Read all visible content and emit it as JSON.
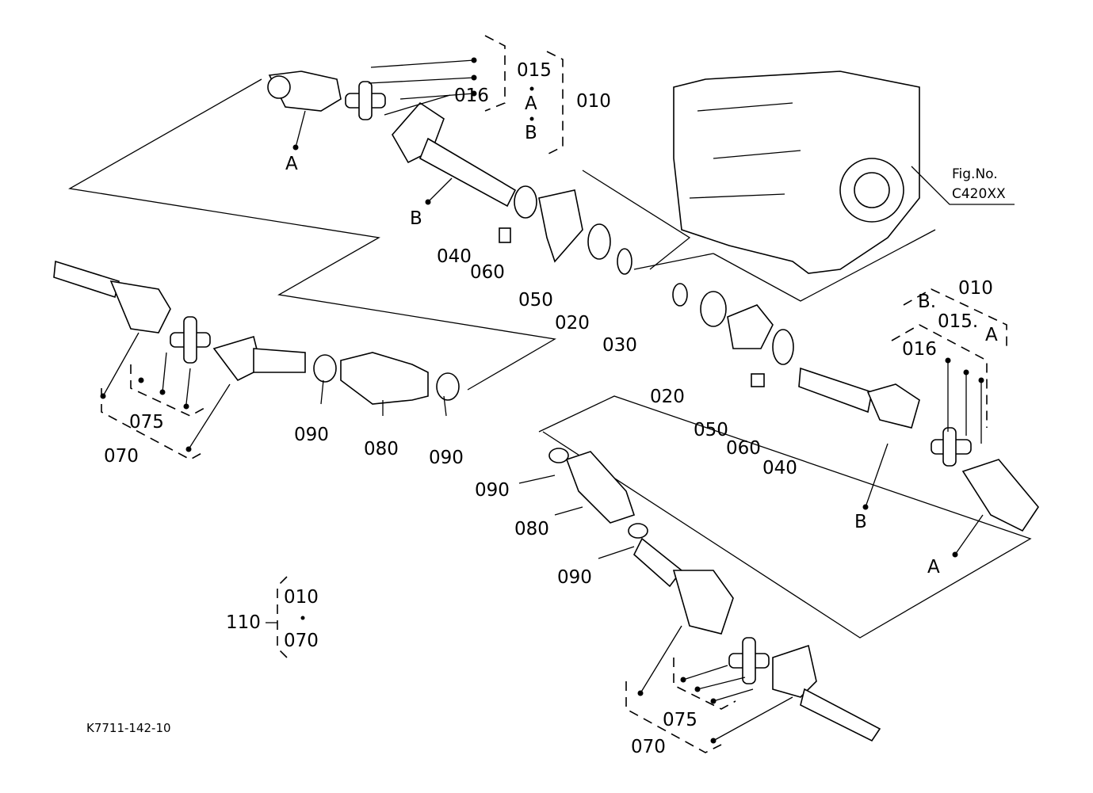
{
  "figure": {
    "fig_no_label": "Fig.No.",
    "fig_no_value": "C420XX",
    "drawing_code": "K7711-142-10"
  },
  "callouts": {
    "top": {
      "p015": "015",
      "p016": "016",
      "p010": "010",
      "refA": "A",
      "refB": "B",
      "dotA": "A",
      "dotB": "B"
    },
    "upper_mid": {
      "p040": "040",
      "p060": "060",
      "p050": "050",
      "p020": "020",
      "p030": "030"
    },
    "right_group": {
      "p010": "010",
      "refB": "B.",
      "p015": "015.",
      "refA": "A",
      "p016": "016"
    },
    "right_mid": {
      "p020": "020",
      "p050": "050",
      "p060": "060",
      "p040": "040",
      "refB": "B",
      "refA": "A"
    },
    "left_assembly": {
      "p075": "075",
      "p070": "070",
      "p090a": "090",
      "p080": "080",
      "p090b": "090"
    },
    "lower_assembly": {
      "p090a": "090",
      "p080": "080",
      "p090b": "090",
      "p075": "075",
      "p070": "070"
    },
    "kit": {
      "p110": "110",
      "p010": "010",
      "p070": "070"
    }
  }
}
